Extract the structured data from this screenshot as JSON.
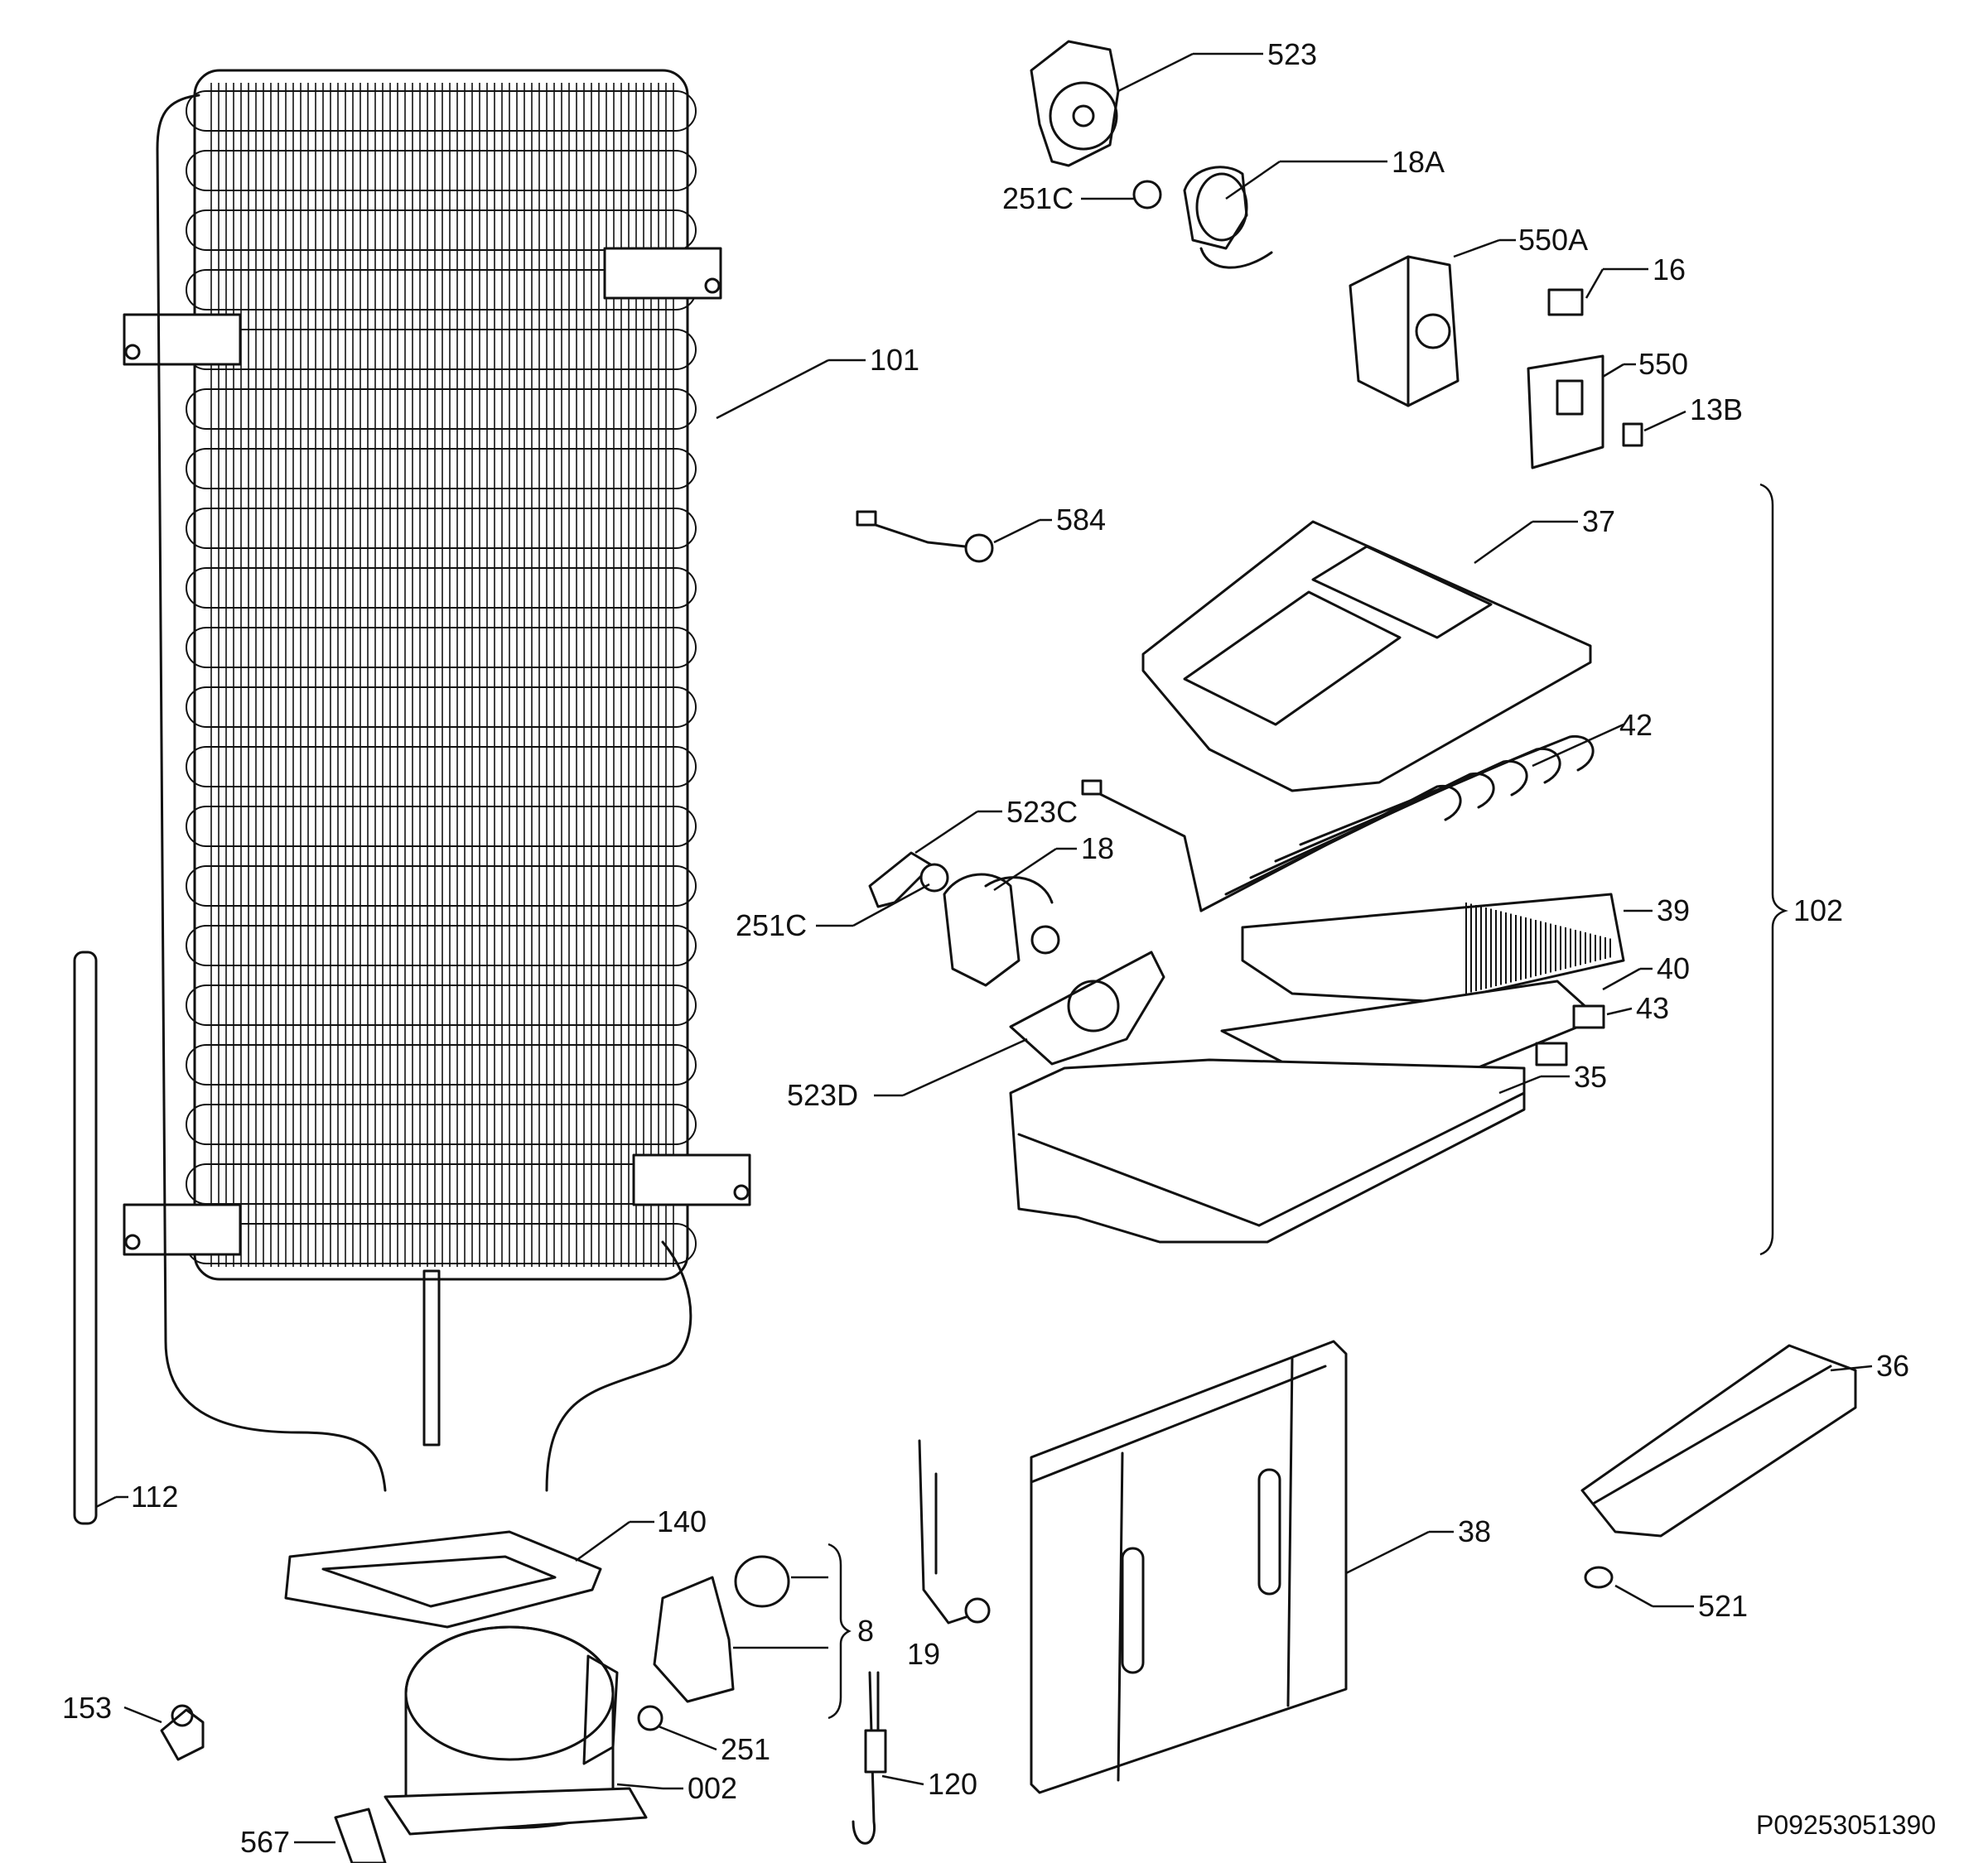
{
  "diagram": {
    "reference_code": "P09253051390",
    "callouts": {
      "p523": "523",
      "p251c_top": "251C",
      "p18a": "18A",
      "p550a": "550A",
      "p16": "16",
      "p550": "550",
      "p13b": "13B",
      "p101": "101",
      "p584": "584",
      "p37": "37",
      "p42": "42",
      "p523c": "523C",
      "p18": "18",
      "p251c_mid": "251C",
      "p39": "39",
      "p102": "102",
      "p40": "40",
      "p43": "43",
      "p35": "35",
      "p523d": "523D",
      "p36": "36",
      "p112": "112",
      "p140": "140",
      "p38": "38",
      "p8": "8",
      "p19": "19",
      "p521": "521",
      "p153": "153",
      "p251": "251",
      "p002": "002",
      "p120": "120",
      "p567": "567"
    }
  }
}
